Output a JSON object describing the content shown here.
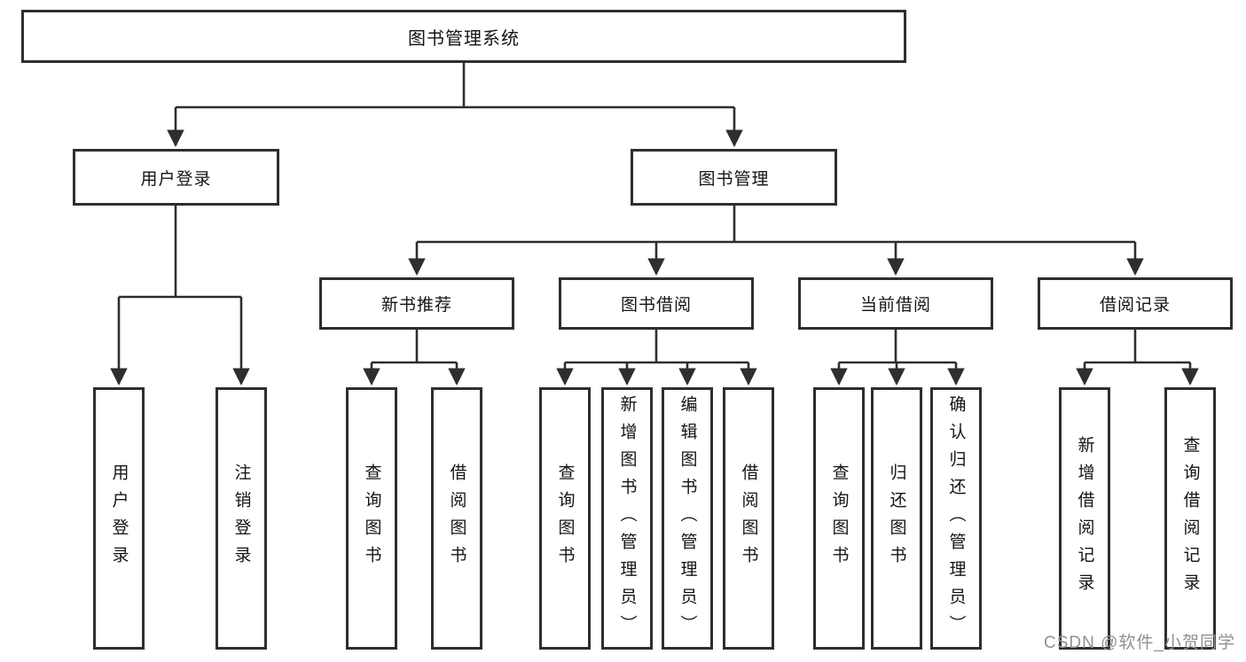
{
  "tree": {
    "root": {
      "label": "图书管理系统"
    },
    "branches": [
      {
        "label": "用户登录",
        "children": [
          {
            "label": "用户登录"
          },
          {
            "label": "注销登录"
          }
        ]
      },
      {
        "label": "图书管理",
        "groups": [
          {
            "label": "新书推荐",
            "children": [
              {
                "label": "查询图书"
              },
              {
                "label": "借阅图书"
              }
            ]
          },
          {
            "label": "图书借阅",
            "children": [
              {
                "label": "查询图书"
              },
              {
                "label": "新增图书（管理员）"
              },
              {
                "label": "编辑图书（管理员）"
              },
              {
                "label": "借阅图书"
              }
            ]
          },
          {
            "label": "当前借阅",
            "children": [
              {
                "label": "查询图书"
              },
              {
                "label": "归还图书"
              },
              {
                "label": "确认归还（管理员）"
              }
            ]
          },
          {
            "label": "借阅记录",
            "children": [
              {
                "label": "新增借阅记录"
              },
              {
                "label": "查询借阅记录"
              }
            ]
          }
        ]
      }
    ],
    "colors": {
      "line": "#2e2e2e",
      "border": "#2e2e2e",
      "background": "#ffffff",
      "text": "#141414"
    }
  },
  "watermark": {
    "text": "CSDN @软件_小贺同学",
    "color": "#8f8f95"
  }
}
